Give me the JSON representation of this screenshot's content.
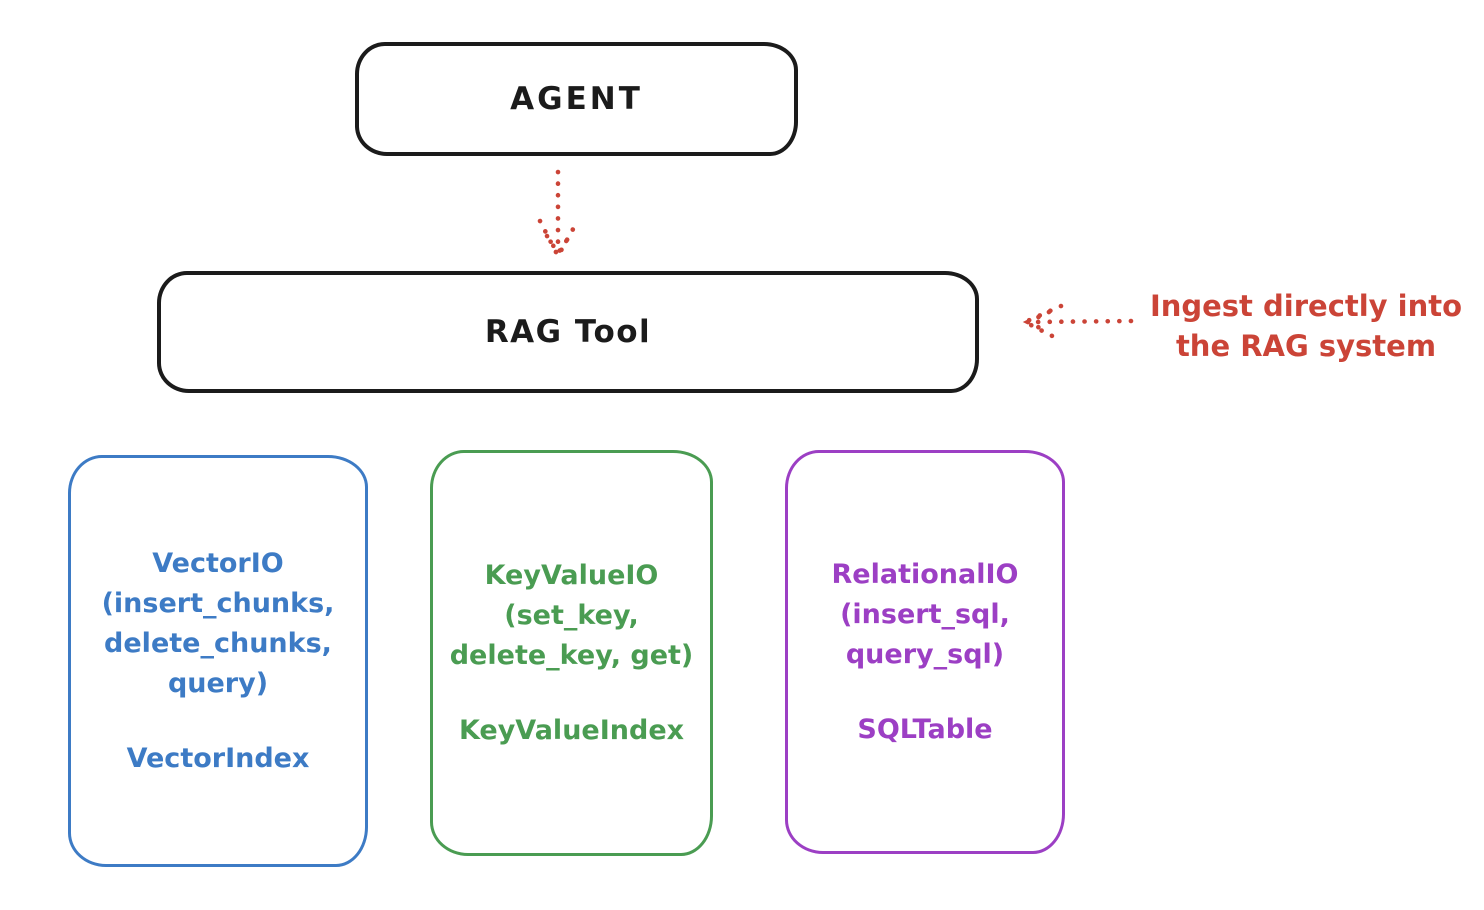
{
  "colors": {
    "ink": "#1b1b1b",
    "red": "#cb4437",
    "blue": "#3d7bc5",
    "green": "#4a9c52",
    "purple": "#9c3fc4",
    "background": "#ffffff"
  },
  "agent_box": {
    "label": "AGENT"
  },
  "rag_tool_box": {
    "label": "RAG Tool"
  },
  "ingest_annotation": {
    "lines": [
      "Ingest directly into",
      "the RAG system"
    ],
    "color": "#cb4437"
  },
  "io_boxes": [
    {
      "name": "vector-io",
      "color": "#3d7bc5",
      "title_lines": [
        "VectorIO",
        "(insert_chunks,",
        "delete_chunks,",
        "query)"
      ],
      "index_label": "VectorIndex"
    },
    {
      "name": "keyvalue-io",
      "color": "#4a9c52",
      "title_lines": [
        "KeyValueIO",
        "(set_key,",
        "delete_key, get)"
      ],
      "index_label": "KeyValueIndex"
    },
    {
      "name": "relational-io",
      "color": "#9c3fc4",
      "title_lines": [
        "RelationalIO",
        "(insert_sql,",
        "query_sql)"
      ],
      "index_label": "SQLTable"
    }
  ],
  "arrows": [
    {
      "name": "agent-to-rag-arrow",
      "style": "dotted",
      "direction": "down",
      "color": "#cb4437"
    },
    {
      "name": "ingest-arrow",
      "style": "dotted",
      "direction": "left",
      "color": "#cb4437"
    }
  ]
}
